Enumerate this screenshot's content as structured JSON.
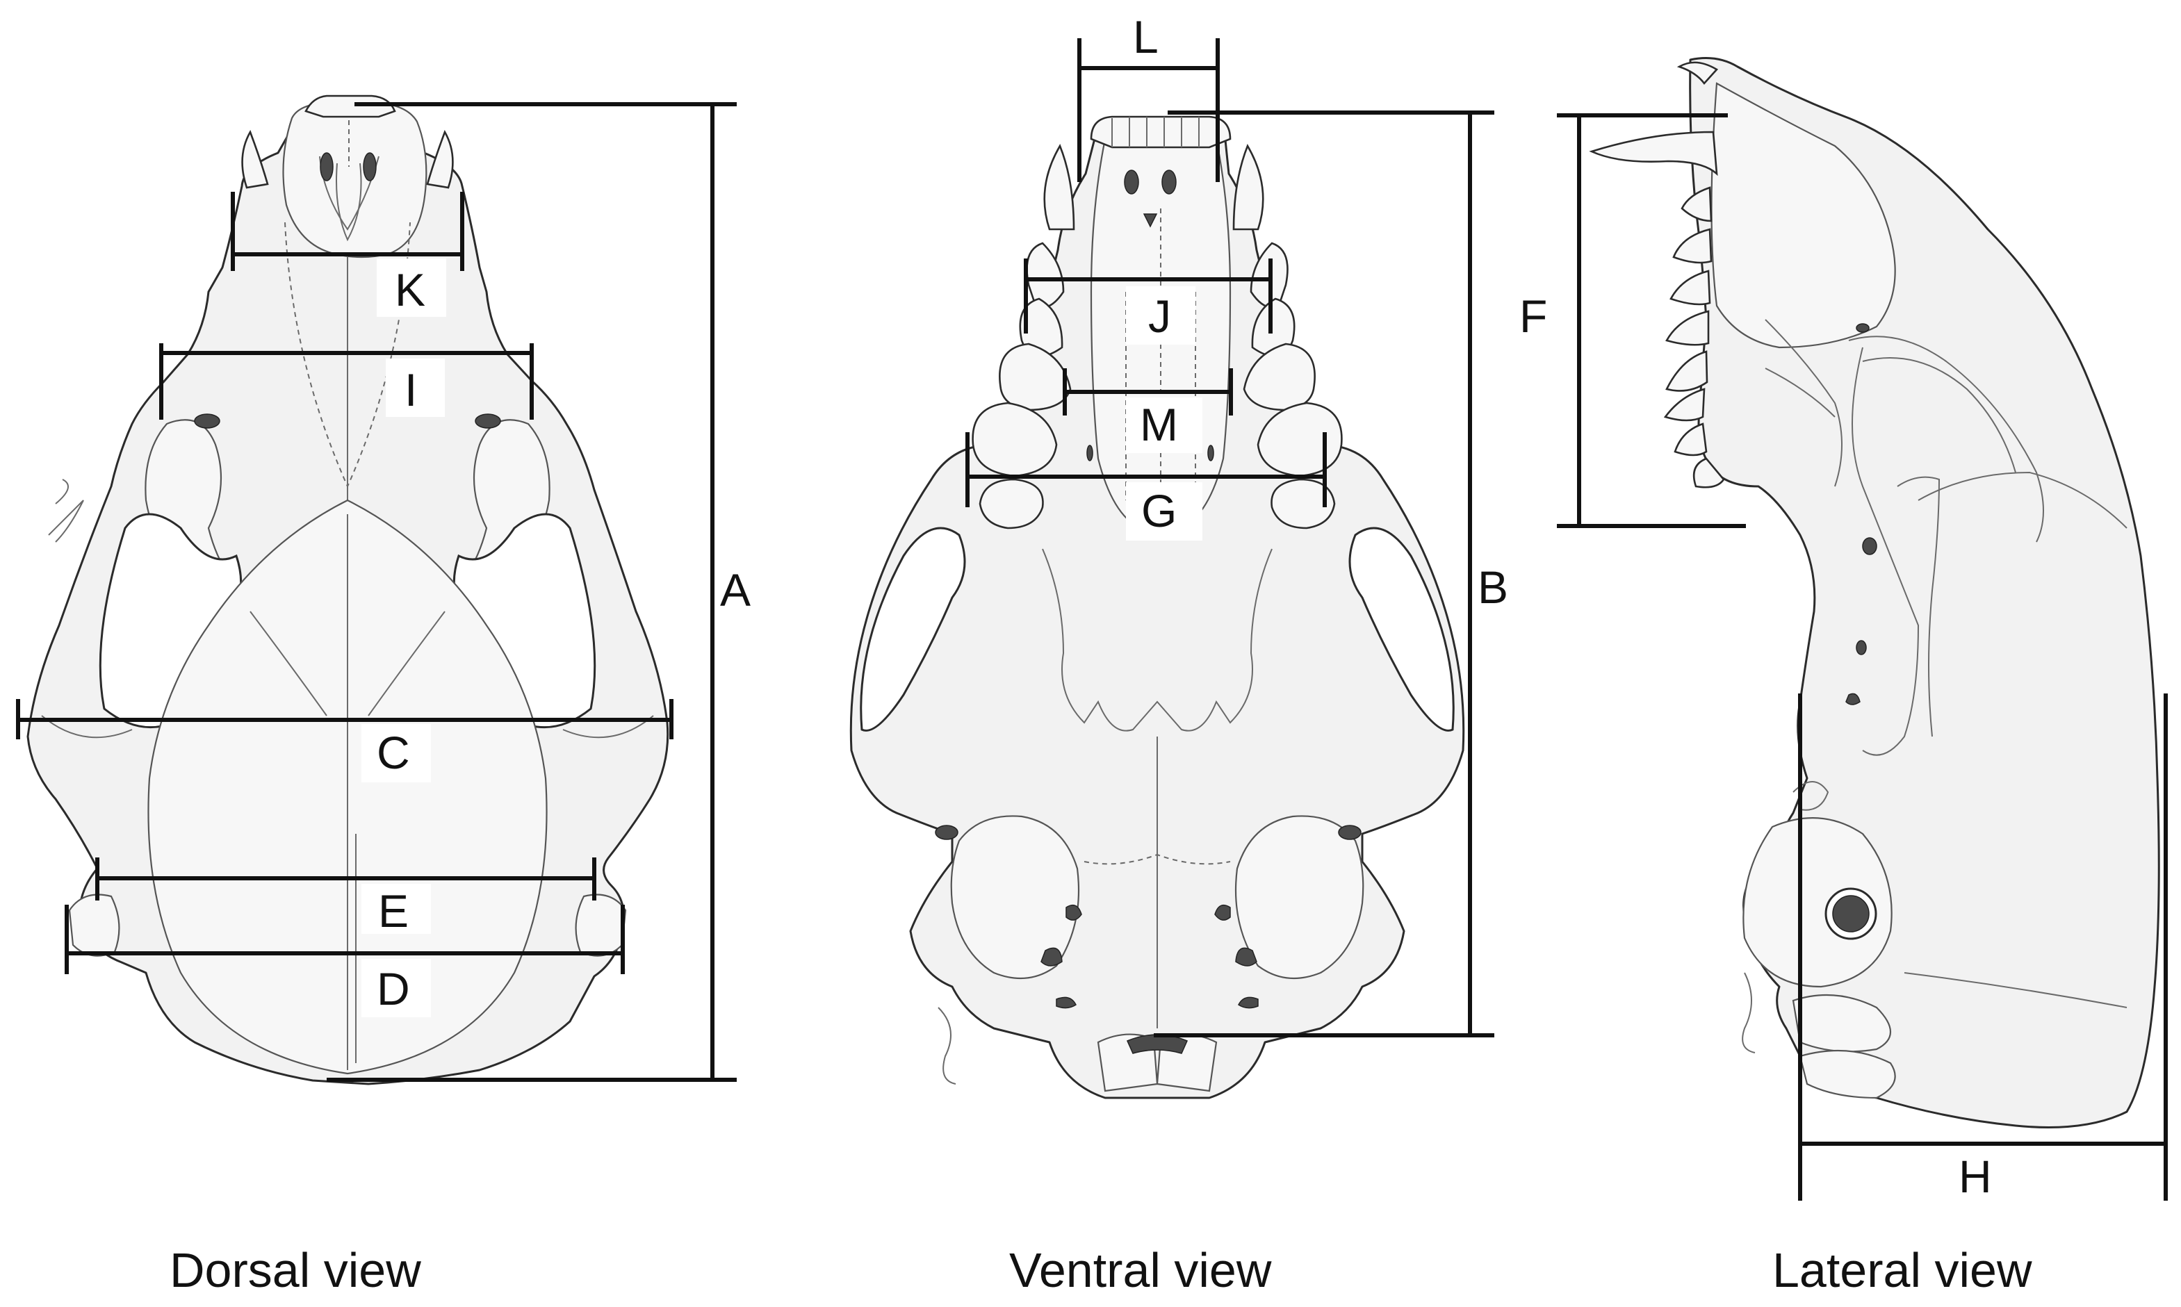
{
  "panels": {
    "dorsal": {
      "caption": "Dorsal view",
      "measurements": [
        "A",
        "C",
        "D",
        "E",
        "I",
        "K"
      ]
    },
    "ventral": {
      "caption": "Ventral view",
      "measurements": [
        "B",
        "G",
        "J",
        "L",
        "M"
      ]
    },
    "lateral": {
      "caption": "Lateral view",
      "measurements": [
        "F",
        "H"
      ]
    }
  },
  "labels": {
    "A": "A",
    "B": "B",
    "C": "C",
    "D": "D",
    "E": "E",
    "F": "F",
    "G": "G",
    "H": "H",
    "I": "I",
    "J": "J",
    "K": "K",
    "L": "L",
    "M": "M"
  },
  "colors": {
    "bone_fill": "#f2f2f2",
    "outline": "#2b2b2b",
    "foramen": "#4a4a4a",
    "measure_line": "#111111"
  }
}
